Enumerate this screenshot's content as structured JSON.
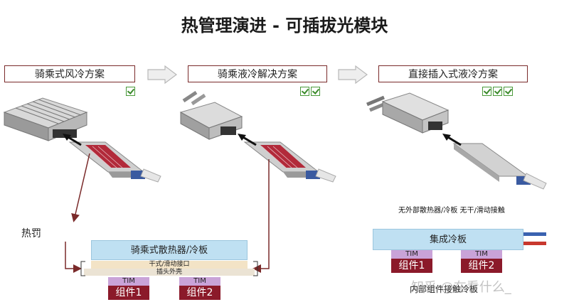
{
  "title": "热管理演进 - 可插拔光模块",
  "solutions": [
    {
      "label": "骑乘式风冷方案",
      "checks": 1
    },
    {
      "label": "骑乘液冷解决方案",
      "checks": 2
    },
    {
      "label": "直接插入式液冷方案",
      "checks": 3
    }
  ],
  "penalty_label": "热罚",
  "left_stack": {
    "heatsink": "骑乘式散热器/冷板",
    "interface": "干式/滑动接口",
    "shell": "插头外壳",
    "tim": [
      "TIM",
      "TIM"
    ],
    "components": [
      "组件1",
      "组件2"
    ]
  },
  "right_stack": {
    "note": "无外部散热器/冷板 无干/滑动接触",
    "plate": "集成冷板",
    "tim": [
      "TIM",
      "TIM"
    ],
    "components": [
      "组件1",
      "组件2"
    ],
    "footer": "内部组件接触冷板"
  },
  "watermark": "知乎 @在看什么_",
  "colors": {
    "box_border": "#7a2a2a",
    "check_green": "#3a8a2a",
    "component": "#8b1a2a",
    "tim": "#c9a3d8",
    "cold_plate": "#bfe0f2",
    "arrow": "#7a2a2a"
  },
  "icons": [
    "chevron-arrow",
    "checkbox-check",
    "coolant-pipe"
  ]
}
